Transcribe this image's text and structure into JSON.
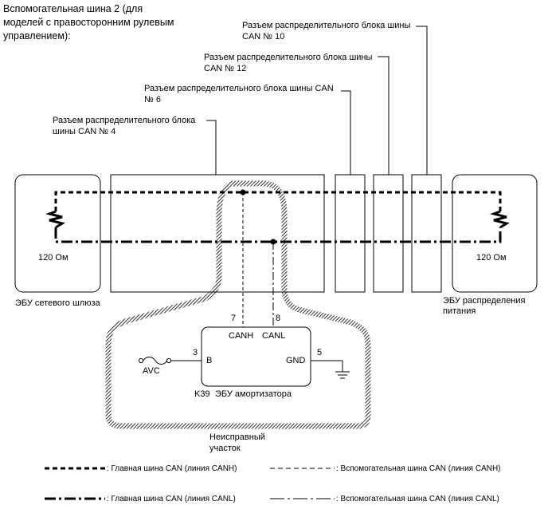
{
  "header": {
    "title_lines": [
      "Вспомогательная шина 2 (для",
      "моделей с правосторонним рулевым",
      "управлением):"
    ]
  },
  "callouts": {
    "can10": [
      "Разъем распределительного блока шины",
      "CAN № 10"
    ],
    "can12": [
      "Разъем распределительного блока шины",
      "CAN № 12"
    ],
    "can6": [
      "Разъем распределительного блока шины CAN",
      "№ 6"
    ],
    "can4": [
      "Разъем распределительного блока",
      "шины CAN № 4"
    ]
  },
  "resistors": {
    "left_value": "120 Ом",
    "right_value": "120 Ом"
  },
  "ecus": {
    "gateway": "ЭБУ сетевого шлюза",
    "power_dist": [
      "ЭБУ распределения",
      "питания"
    ],
    "shock_code": "K39",
    "shock_name": "ЭБУ амортизатора"
  },
  "pins": {
    "canh_pin": "7",
    "canl_pin": "8",
    "b_pin": "3",
    "gnd_pin": "5",
    "canh_label": "CANH",
    "canl_label": "CANL",
    "b_label": "B",
    "gnd_label": "GND",
    "avc_label": "AVC"
  },
  "fault_area": [
    "Неисправный",
    "участок"
  ],
  "legend": {
    "main_canh": ": Главная шина CAN (линия CANH)",
    "sub_canh": ": Вспомогательная шина CAN (линия CANH)",
    "main_canl": ": Главная шина CAN (линия CANL)",
    "sub_canl": ": Вспомогательная шина CAN (линия CANL)"
  }
}
